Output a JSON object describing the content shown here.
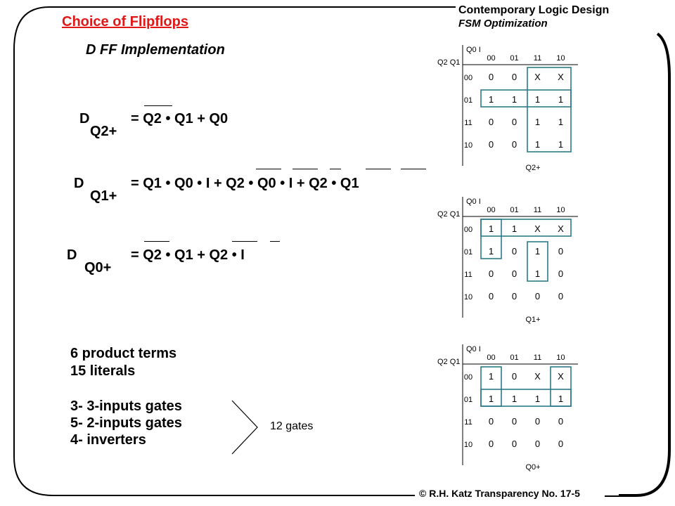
{
  "header": {
    "title": "Choice of Flipflops",
    "course": "Contemporary Logic Design",
    "subcourse": "FSM Optimization"
  },
  "subtitle": "D FF Implementation",
  "equations": {
    "d2": {
      "d": "D",
      "sub": "Q2+",
      "rhs": "= Q2 • Q1  +  Q0"
    },
    "d1": {
      "d": "D",
      "sub": "Q1+",
      "rhs": "= Q1 • Q0 • I  +  Q2 • Q0 • I  +  Q2 • Q1"
    },
    "d0": {
      "d": "D",
      "sub": "Q0+",
      "rhs": "= Q2 • Q1  +  Q2 • I"
    }
  },
  "stats": {
    "products": "6 product terms",
    "literals": "15 literals",
    "g3": "3-   3-inputs gates",
    "g2": "5-   2-inputs gates",
    "inv": "4-   inverters",
    "total": "12 gates"
  },
  "kmaps": [
    {
      "col_var": "Q0 I",
      "row_var": "Q2 Q1",
      "label": "Q2+",
      "cols": [
        "00",
        "01",
        "11",
        "10"
      ],
      "rows": [
        "00",
        "01",
        "11",
        "10"
      ],
      "cells": [
        [
          "0",
          "0",
          "X",
          "X"
        ],
        [
          "1",
          "1",
          "1",
          "1"
        ],
        [
          "0",
          "0",
          "1",
          "1"
        ],
        [
          "0",
          "0",
          "1",
          "1"
        ]
      ]
    },
    {
      "col_var": "Q0 I",
      "row_var": "Q2 Q1",
      "label": "Q1+",
      "cols": [
        "00",
        "01",
        "11",
        "10"
      ],
      "rows": [
        "00",
        "01",
        "11",
        "10"
      ],
      "cells": [
        [
          "1",
          "1",
          "X",
          "X"
        ],
        [
          "1",
          "0",
          "1",
          "0"
        ],
        [
          "0",
          "0",
          "1",
          "0"
        ],
        [
          "0",
          "0",
          "0",
          "0"
        ]
      ]
    },
    {
      "col_var": "Q0 I",
      "row_var": "Q2 Q1",
      "label": "Q0+",
      "cols": [
        "00",
        "01",
        "11",
        "10"
      ],
      "rows": [
        "00",
        "01",
        "11",
        "10"
      ],
      "cells": [
        [
          "1",
          "0",
          "X",
          "X"
        ],
        [
          "1",
          "1",
          "1",
          "1"
        ],
        [
          "0",
          "0",
          "0",
          "0"
        ],
        [
          "0",
          "0",
          "0",
          "0"
        ]
      ]
    }
  ],
  "footer": "© R.H. Katz   Transparency No. 17-5",
  "colors": {
    "title": "#e01818",
    "loop": "#2b7a8c"
  }
}
